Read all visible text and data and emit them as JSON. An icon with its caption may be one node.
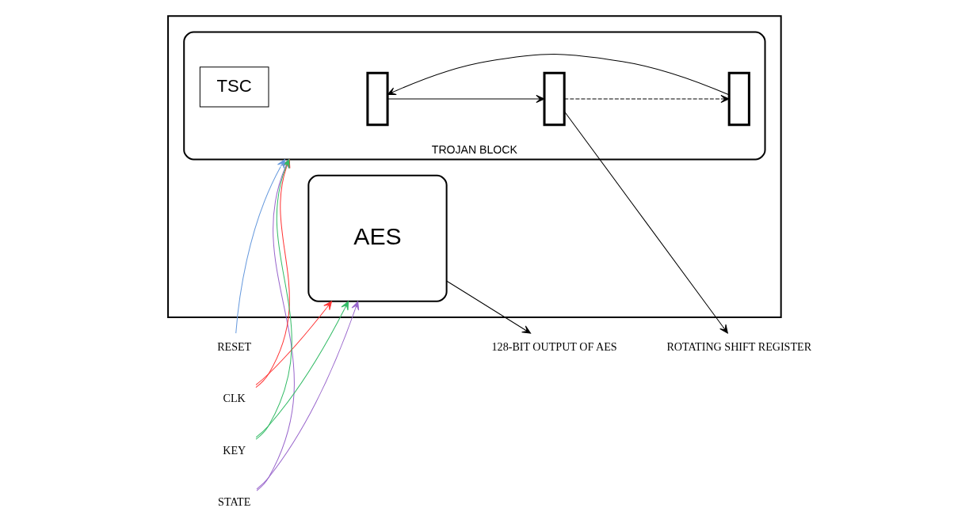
{
  "diagram": {
    "nodes": [
      {
        "text": [],
        "shape": "box"
      },
      {
        "text": [
          "STATE"
        ]
      },
      {
        "text": [
          "CLK"
        ]
      },
      {
        "text": [
          "KEY"
        ]
      },
      {
        "text": [
          "RESET"
        ]
      },
      {
        "text": [
          "AES"
        ],
        "in": 0
      },
      {
        "text": [
          "TROJAN BLOCK"
        ],
        "in": 0
      },
      {
        "text": [],
        "shape": "bar",
        "in": 6
      },
      {
        "text": [],
        "shape": "bar",
        "in": 6
      },
      {
        "text": [],
        "shape": "bar",
        "in": 6
      },
      {
        "text": [
          "TSC"
        ],
        "in": 6
      },
      {
        "text": [
          "128-BIT OUTPUT OF AES"
        ]
      },
      {
        "text": [
          "ROTATING SHIFT REGISTER"
        ]
      }
    ],
    "edges": [
      {
        "from": 1,
        "to": 5,
        "arrow": "to",
        "color": "#9966cc"
      },
      {
        "from": 1,
        "to": 6,
        "arrow": "to",
        "color": "#9966cc"
      },
      {
        "from": 2,
        "to": 5,
        "arrow": "to",
        "color": "#ff3333"
      },
      {
        "from": 2,
        "to": 6,
        "arrow": "to",
        "color": "#ff3333"
      },
      {
        "from": 3,
        "to": 5,
        "arrow": "to",
        "color": "#33bb66"
      },
      {
        "from": 3,
        "to": 6,
        "arrow": "to",
        "color": "#33bb66"
      },
      {
        "from": 4,
        "to": 6,
        "arrow": "to",
        "color": "#6699dd"
      },
      {
        "from": 5,
        "to": 11,
        "arrow": "to"
      },
      {
        "from": 7,
        "to": 8,
        "arrow": "to"
      },
      {
        "from": 8,
        "to": 9,
        "arrow": "to",
        "style": "dashed"
      },
      {
        "from": 9,
        "to": 7,
        "arrow": "to"
      },
      {
        "from": 8,
        "to": 12,
        "arrow": "to"
      }
    ]
  }
}
